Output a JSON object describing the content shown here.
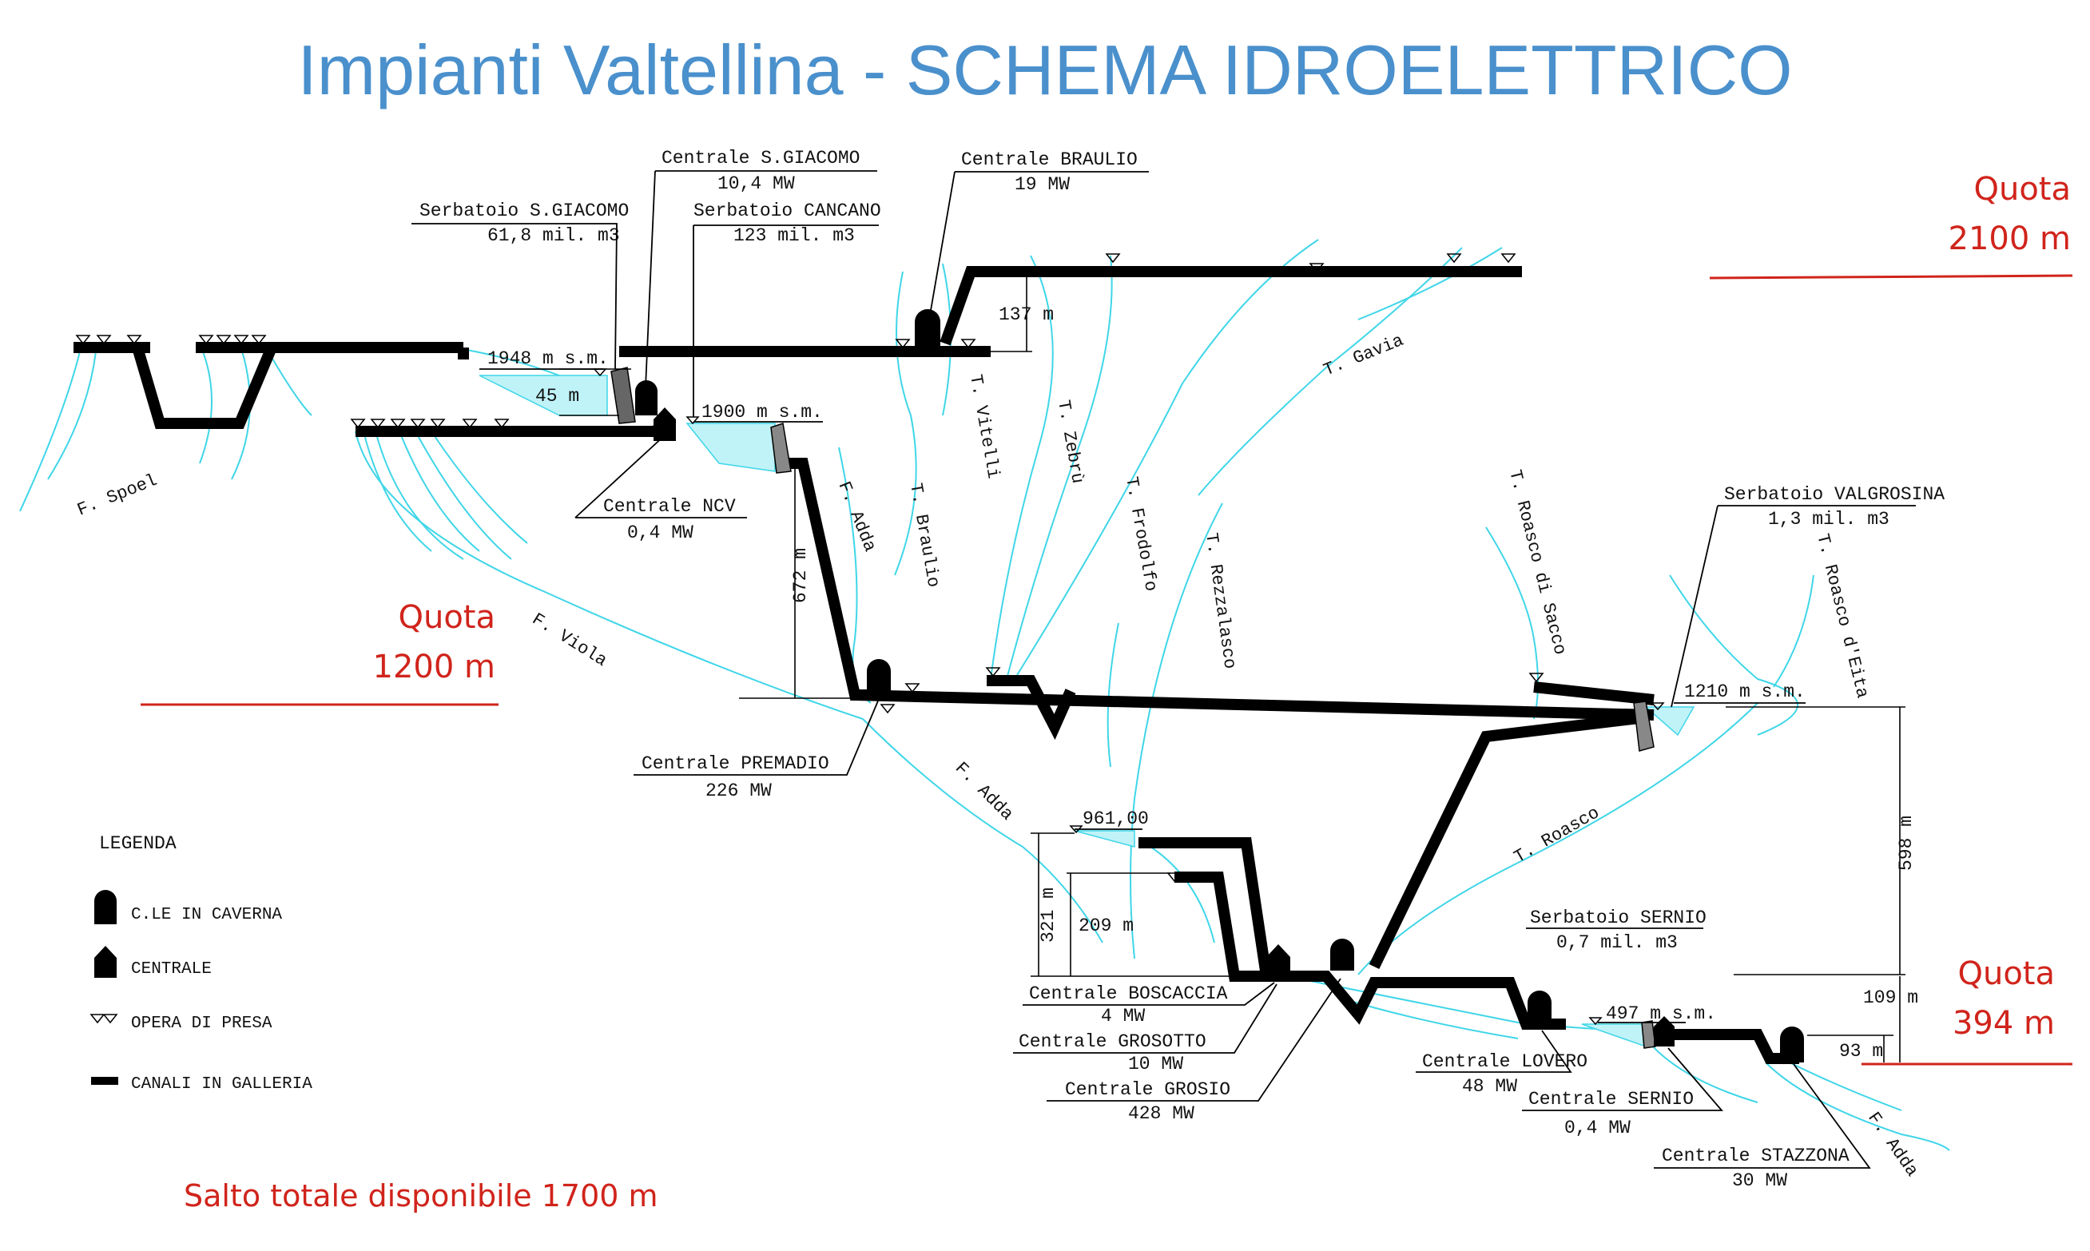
{
  "title": "Impianti Valtellina - SCHEMA IDROELETTRICO",
  "quota": [
    {
      "line1": "Quota",
      "line2": "2100 m"
    },
    {
      "line1": "Quota",
      "line2": "1200 m"
    },
    {
      "line1": "Quota",
      "line2": "394 m"
    }
  ],
  "salto": "Salto totale disponibile 1700 m",
  "legend": {
    "title": "LEGENDA",
    "items": [
      {
        "label": "C.LE IN CAVERNA",
        "icon": "cavern-plant-icon"
      },
      {
        "label": "CENTRALE",
        "icon": "power-plant-icon"
      },
      {
        "label": "OPERA DI PRESA",
        "icon": "intake-icon"
      },
      {
        "label": "CANALI IN GALLERIA",
        "icon": "tunnel-icon"
      }
    ]
  },
  "facilities": {
    "serbatoio_sgiacomo": {
      "name": "Serbatoio S.GIACOMO",
      "value": "61,8 mil. m3"
    },
    "centrale_sgiacomo": {
      "name": "Centrale S.GIACOMO",
      "value": "10,4 MW"
    },
    "serbatoio_cancano": {
      "name": "Serbatoio CANCANO",
      "value": "123 mil. m3"
    },
    "centrale_braulio": {
      "name": "Centrale BRAULIO",
      "value": "19 MW"
    },
    "centrale_ncv": {
      "name": "Centrale NCV",
      "value": "0,4 MW"
    },
    "centrale_premadio": {
      "name": "Centrale PREMADIO",
      "value": "226 MW"
    },
    "serbatoio_valgrosina": {
      "name": "Serbatoio VALGROSINA",
      "value": "1,3 mil. m3"
    },
    "centrale_boscaccia": {
      "name": "Centrale BOSCACCIA",
      "value": "4 MW"
    },
    "centrale_grosotto": {
      "name": "Centrale GROSOTTO",
      "value": "10 MW"
    },
    "centrale_grosio": {
      "name": "Centrale GROSIO",
      "value": "428 MW"
    },
    "serbatoio_sernio": {
      "name": "Serbatoio SERNIO",
      "value": "0,7 mil. m3"
    },
    "centrale_lovero": {
      "name": "Centrale LOVERO",
      "value": "48 MW"
    },
    "centrale_sernio": {
      "name": "Centrale SERNIO",
      "value": "0,4 MW"
    },
    "centrale_stazzona": {
      "name": "Centrale STAZZONA",
      "value": "30 MW"
    }
  },
  "levels": {
    "l1948": "1948 m s.m.",
    "l1900": "1900 m s.m.",
    "l1210": "1210 m s.m.",
    "l961": "961,00",
    "l497": "497 m s.m."
  },
  "dimensions": {
    "d45": "45 m",
    "d137": "137 m",
    "d672": "672 m",
    "d598": "598 m",
    "d321": "321 m",
    "d209": "209 m",
    "d109": "109 m",
    "d93": "93 m"
  },
  "rivers": {
    "spoel": "F. Spoel",
    "viola": "F. Viola",
    "adda1": "F. Adda",
    "adda2": "F. Adda",
    "adda3": "F. Adda",
    "braulio": "T. Braulio",
    "vitelli": "T. Vitelli",
    "zebru": "T. Zebrù",
    "frodolfo": "T. Frodolfo",
    "gavia": "T. Gavia",
    "rezzalasco": "T. Rezzalasco",
    "roasco_sacco": "T. Roasco di Sacco",
    "roasco_eita": "T. Roasco d'Eita",
    "roasco": "T. Roasco"
  },
  "colors": {
    "title": "#4a90cc",
    "quota": "#d0241b",
    "water": "#3fd6e8",
    "tunnel": "#000000"
  }
}
